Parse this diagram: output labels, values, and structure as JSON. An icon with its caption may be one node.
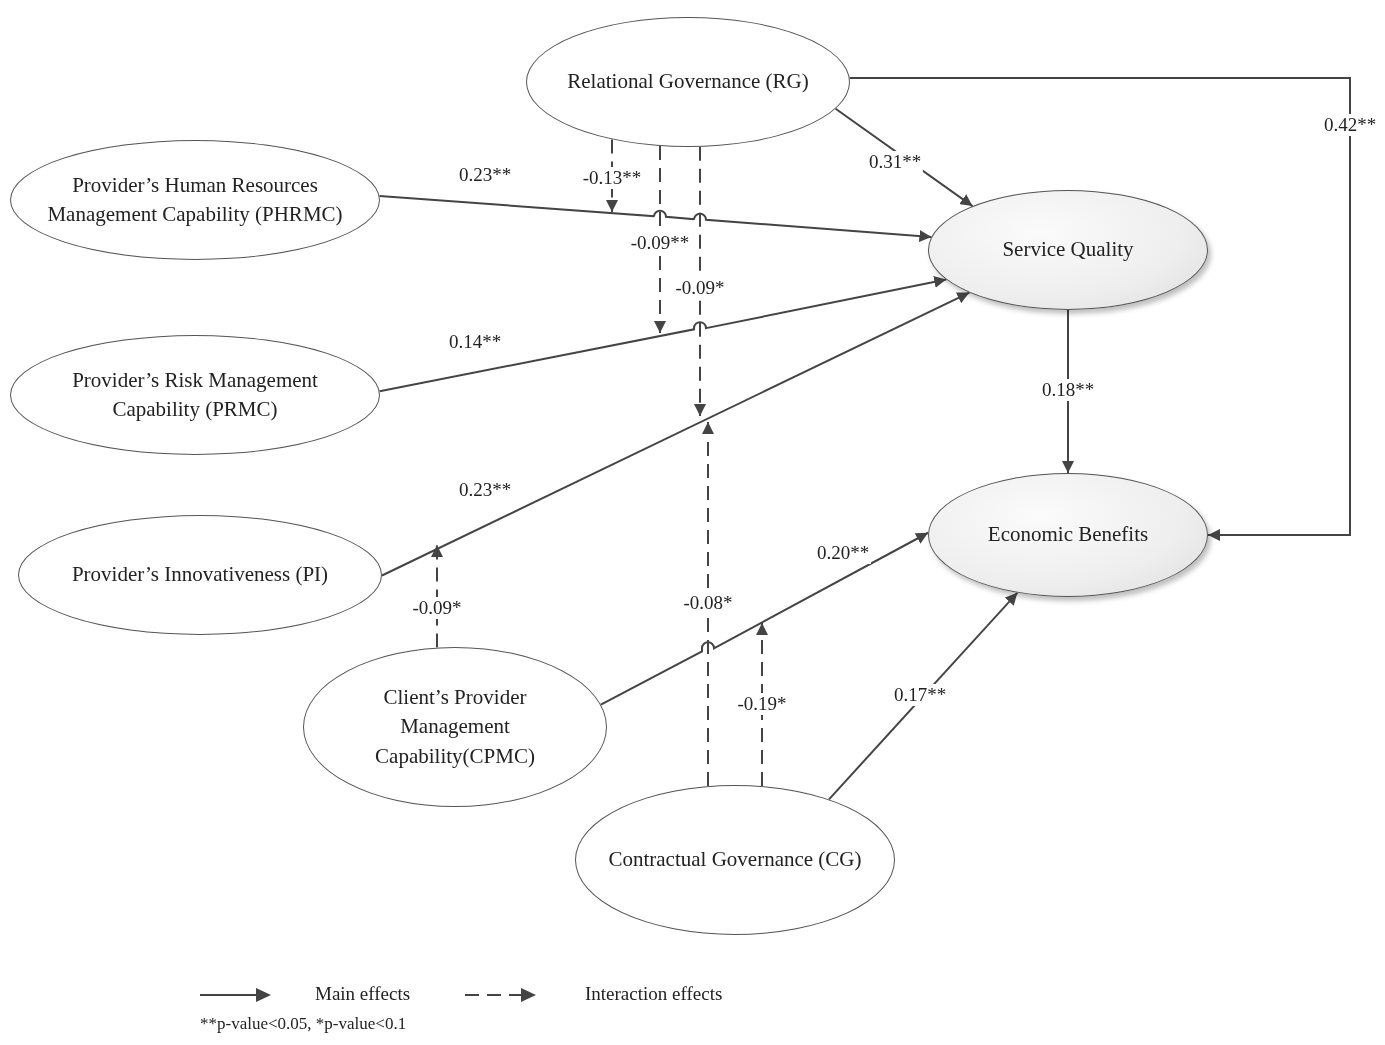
{
  "diagram": {
    "nodes": [
      {
        "text": [
          "Relational Governance (RG)"
        ]
      },
      {
        "text": [
          "Provider’s Human Resources Management Capability (PHRMC)"
        ]
      },
      {
        "text": [
          "Service Quality"
        ]
      },
      {
        "text": [
          "Provider’s Risk Management Capability (PRMC)"
        ]
      },
      {
        "text": [
          "Economic Benefits"
        ]
      },
      {
        "text": [
          "Provider’s Innovativeness (PI)"
        ]
      },
      {
        "text": [
          "Client’s Provider Management Capability(CPMC)"
        ]
      },
      {
        "text": [
          "Contractual Governance (CG)"
        ]
      }
    ],
    "edges": [
      {
        "from": 1,
        "to": 2,
        "arrow": "to",
        "label": "0.23**"
      },
      {
        "from": 3,
        "to": 2,
        "arrow": "to",
        "label": "0.14**"
      },
      {
        "from": 5,
        "to": 2,
        "arrow": "to",
        "label": "0.23**"
      },
      {
        "from": 0,
        "to": 2,
        "arrow": "to",
        "label": "0.31**"
      },
      {
        "from": 0,
        "to": 4,
        "arrow": "to",
        "label": "0.42**"
      },
      {
        "from": 2,
        "to": 4,
        "arrow": "to",
        "label": "0.18**"
      },
      {
        "from": 6,
        "to": 4,
        "arrow": "to",
        "label": "0.20**"
      },
      {
        "from": 7,
        "to": 4,
        "arrow": "to",
        "label": "0.17**"
      },
      {
        "from": 0,
        "to": null,
        "arrow": "to",
        "label": "-0.13**",
        "style": "dashed"
      },
      {
        "from": 0,
        "to": null,
        "arrow": "to",
        "label": "-0.09**",
        "style": "dashed"
      },
      {
        "from": 0,
        "to": null,
        "arrow": "to",
        "label": "-0.09*",
        "style": "dashed"
      },
      {
        "from": 6,
        "to": null,
        "arrow": "to",
        "label": "-0.09*",
        "style": "dashed"
      },
      {
        "from": 7,
        "to": null,
        "arrow": "to",
        "label": "-0.08*",
        "style": "dashed"
      },
      {
        "from": 7,
        "to": null,
        "arrow": "to",
        "label": "-0.19*",
        "style": "dashed"
      }
    ],
    "labels": [
      "**p-value<0.05, *p-value<0.1"
    ],
    "legend": [
      {
        "text": "Main effects"
      },
      {
        "text": "Interaction effects"
      }
    ]
  }
}
